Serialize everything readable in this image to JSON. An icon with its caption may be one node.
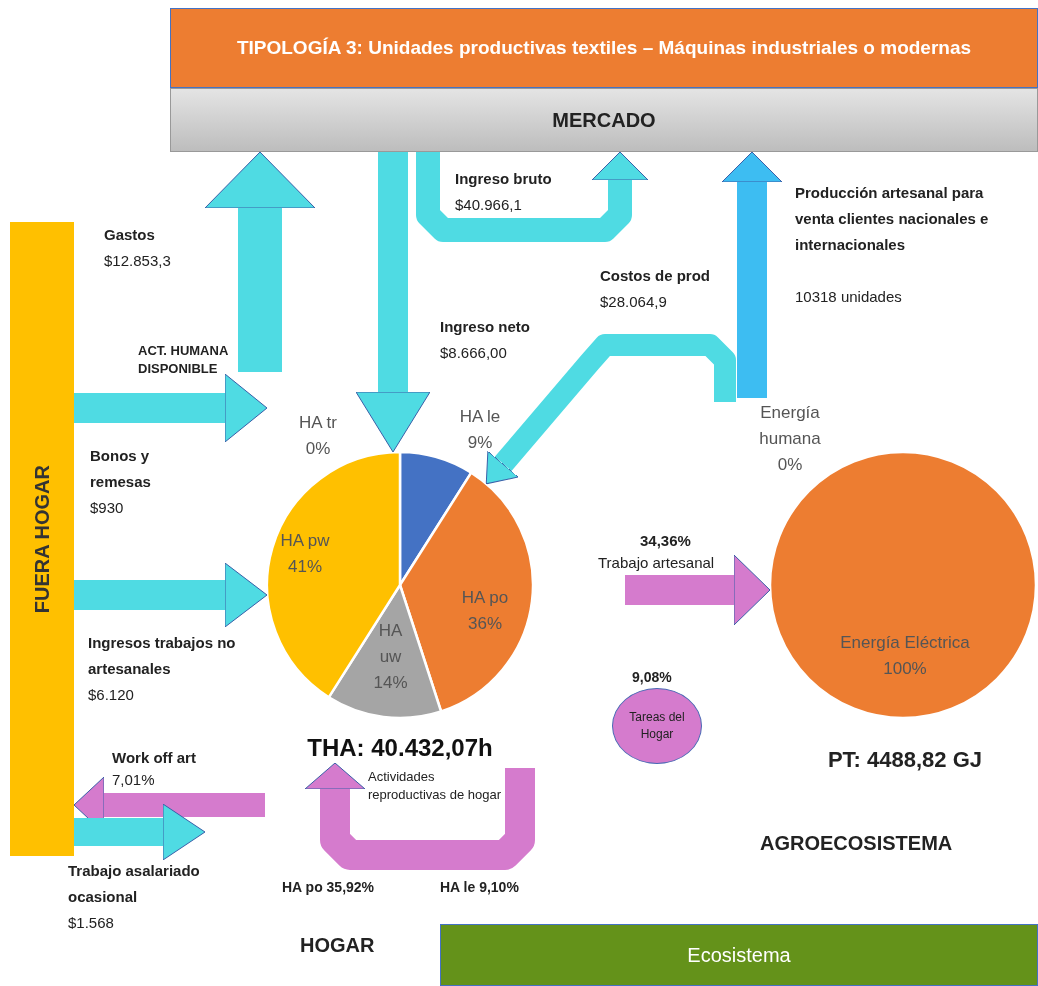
{
  "diagram": {
    "nodes": [
      {
        "text": [
          "TIPOLOGÍA 3: Unidades productivas textiles – Máquinas industriales o modernas"
        ]
      },
      {
        "text": [
          "MERCADO"
        ]
      },
      {
        "text": [
          "FUERA HOGAR"
        ]
      },
      {
        "text": [
          "Ecosistema"
        ]
      },
      {
        "text": [
          "Tareas del Hogar"
        ],
        "beside": [
          "9,08%"
        ]
      },
      {
        "text": [],
        "shape": "circle"
      },
      {
        "text": [
          "THA: 40.432,07h"
        ]
      },
      {
        "text": [],
        "shape": "circle"
      }
    ],
    "edges": [
      {
        "from": null,
        "to": 1,
        "arrow": "to"
      },
      {
        "from": 1,
        "to": 5,
        "arrow": "to"
      },
      {
        "from": 1,
        "to": 1,
        "arrow": "to"
      },
      {
        "from": null,
        "to": 1,
        "arrow": "to",
        "color": "#3dbdf2"
      },
      {
        "from": null,
        "to": 5,
        "arrow": "to"
      },
      {
        "from": 2,
        "to": 5,
        "arrow": "to"
      },
      {
        "from": 2,
        "to": 5,
        "arrow": "to"
      },
      {
        "from": null,
        "to": 2,
        "arrow": "to",
        "color": "#d57bcd"
      },
      {
        "from": 2,
        "to": null,
        "arrow": "to"
      },
      {
        "from": null,
        "to": 6,
        "arrow": "to",
        "color": "#d57bcd"
      },
      {
        "from": null,
        "to": 7,
        "arrow": "to",
        "color": "#d57bcd"
      }
    ],
    "labels": [
      "Gastos",
      "$12.853,3",
      "Ingreso bruto",
      "$40.966,1",
      "Producción artesanal para venta clientes nacionales e internacionales",
      "10318 unidades",
      "Costos de prod",
      "$28.064,9",
      "Ingreso neto",
      "$8.666,00",
      "ACT. HUMANA DISPONIBLE",
      "Bonos y remesas",
      "$930",
      "34,36%",
      "Trabajo artesanal",
      "Ingresos trabajos no artesanales",
      "$6.120",
      "Work off art",
      "7,01%",
      "Actividades reproductivas de hogar",
      "Trabajo asalariado ocasional",
      "$1.568",
      "HA po 35,92%",
      "HA le 9,10%",
      "AGROECOSISTEMA",
      "HOGAR"
    ],
    "chart_data": [
      {
        "type": "pie",
        "categories": [
          "HA tr",
          "HA le",
          "HA po",
          "HA uw",
          "HA pw"
        ],
        "series": [
          {
            "values": [
              0,
              9,
              36,
              14,
              41
            ]
          }
        ],
        "value_labels": [
          "0%",
          "9%",
          "36%",
          "14%",
          "41%"
        ]
      },
      {
        "type": "pie",
        "title": "PT: 4488,82 GJ",
        "categories": [
          "Energía humana",
          "Energía Eléctrica"
        ],
        "series": [
          {
            "values": [
              0,
              100
            ]
          }
        ],
        "value_labels": [
          "0%",
          "100%"
        ]
      }
    ]
  }
}
